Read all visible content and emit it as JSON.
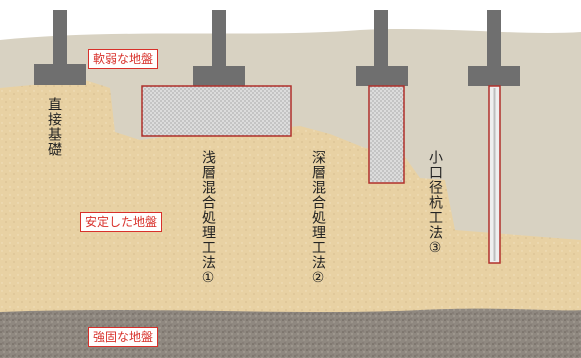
{
  "colors": {
    "soft_ground": "#d8d2c2",
    "stable_ground": "#e8d1a3",
    "hard_ground": "#8f8880",
    "structure": "#6f6f6f",
    "improved_soil": "#d9d9d9",
    "outline_red": "#b0302b",
    "label_red": "#d8312b"
  },
  "labels": {
    "soft": "軟弱な地盤",
    "stable": "安定した地盤",
    "hard": "強固な地盤"
  },
  "methods": {
    "direct": "直接基礎",
    "shallow": "浅層混合処理工法①",
    "deep": "深層混合処理工法②",
    "pile": "小口径杭工法③"
  }
}
